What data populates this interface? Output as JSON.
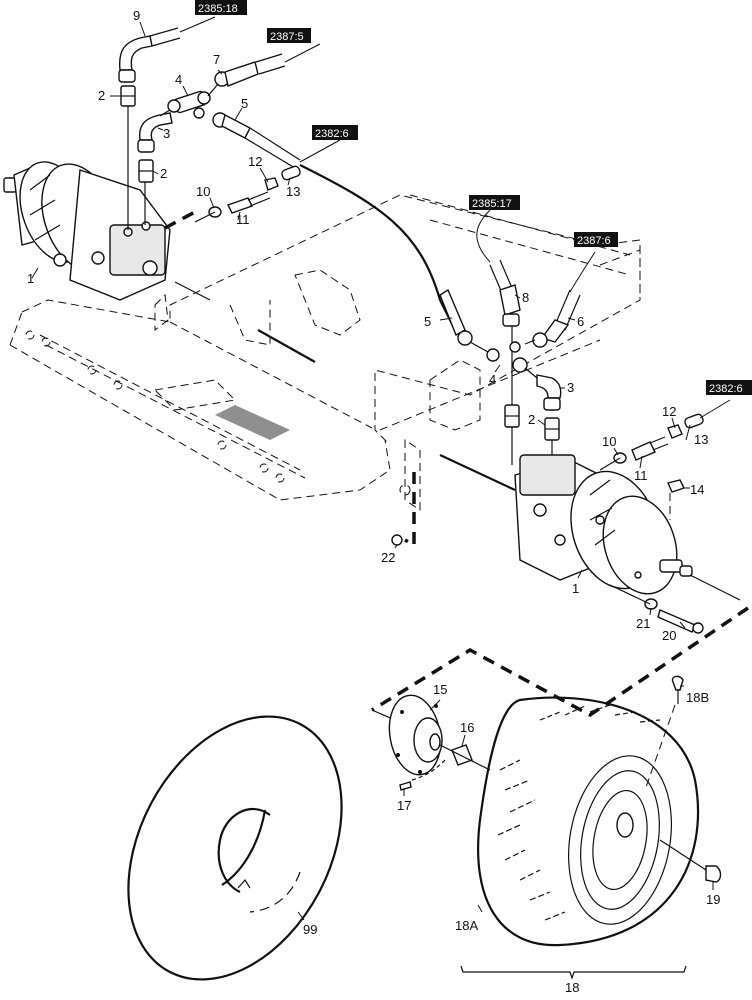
{
  "diagram": {
    "title": "Hydraulic wheel motor and wheel assembly exploded view",
    "references": [
      {
        "id": "ref-2385-18",
        "text": "2385:18"
      },
      {
        "id": "ref-2387-5",
        "text": "2387:5"
      },
      {
        "id": "ref-2382-6-top",
        "text": "2382:6"
      },
      {
        "id": "ref-2385-17",
        "text": "2385:17"
      },
      {
        "id": "ref-2387-6",
        "text": "2387:6"
      },
      {
        "id": "ref-2382-6-right",
        "text": "2382:6"
      }
    ],
    "callouts": {
      "c9": "9",
      "c2a": "2",
      "c7": "7",
      "c4a": "4",
      "c5a": "5",
      "c3a": "3",
      "c2b": "2",
      "c12a": "12",
      "c13a": "13",
      "c10a": "10",
      "c11a": "11",
      "c1a": "1",
      "c8": "8",
      "c5b": "5",
      "c6": "6",
      "c4b": "4",
      "c3b": "3",
      "c2c": "2",
      "c12b": "12",
      "c13b": "13",
      "c10b": "10",
      "c11b": "11",
      "c14": "14",
      "c22": "22",
      "c1b": "1",
      "c21": "21",
      "c20": "20",
      "c15": "15",
      "c16": "16",
      "c17": "17",
      "c18b": "18B",
      "c19": "19",
      "c18a": "18A",
      "c18": "18",
      "c99": "99"
    }
  }
}
